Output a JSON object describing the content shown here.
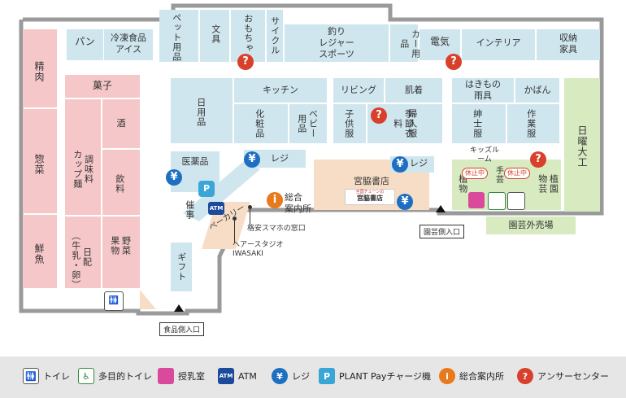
{
  "zones": {
    "pan": "パン",
    "frozen": "冷凍食品\nアイス",
    "pet": "ペット用品",
    "stationery": "文具",
    "toys": "おもちゃ",
    "cycle": "サイクル",
    "fishing": "釣り\nレジャー\nスポーツ",
    "car": "カー用品",
    "electric": "電気",
    "interior": "インテリア",
    "storage": "収納\n家具",
    "meat": "精肉",
    "deli": "惣菜",
    "fish": "鮮魚",
    "sweets": "菓子",
    "sake": "酒",
    "drinks": "飲料",
    "seasoning": "調味料\nカップ麺",
    "daily": "日配\n（牛乳・卵）",
    "veg": "野菜\n果物",
    "household": "日用品",
    "kitchen": "キッチン",
    "cosmetics": "化粧品",
    "baby": "ベビー\n用品",
    "living": "リビング",
    "underwear": "肌着",
    "kids": "子供服",
    "seasonal": "季節衣料",
    "ladies": "婦人服",
    "shoes": "はきもの\n雨具",
    "bags": "かばん",
    "mens": "紳士服",
    "work": "作業服",
    "diy": "日曜大工",
    "medicine": "医薬品",
    "register1": "レジ",
    "register2": "レジ",
    "event": "催事",
    "bakery": "ベーカリー",
    "gift": "ギフト",
    "info_center": "総合\n案内所",
    "bookstore": "宮脇書店",
    "bookstore_logo": "宮脇書店",
    "bookstore_sub": "全国チェーンの",
    "kids_room": "キッズルーム",
    "craft": "手芸",
    "closed1": "休止中",
    "closed2": "休止中",
    "plant1": "植物",
    "plant2": "植園\n物芸",
    "garden_outdoor": "園芸外売場",
    "phone_window": "格安スマホの窓口",
    "hair_salon": "ヘアースタジオ\nIWASAKI"
  },
  "entrances": {
    "food": "食品側入口",
    "garden": "園芸側入口"
  },
  "legend": [
    {
      "icon": "toilet-icon",
      "label": "トイレ"
    },
    {
      "icon": "accessible-toilet-icon",
      "label": "多目的トイレ"
    },
    {
      "icon": "nursing-room-icon",
      "label": "授乳室"
    },
    {
      "icon": "atm-icon",
      "label": "ATM",
      "icon_text": "ATM"
    },
    {
      "icon": "yen-icon",
      "label": "レジ",
      "icon_text": "¥"
    },
    {
      "icon": "plant-pay-icon",
      "label": "PLANT Payチャージ機",
      "icon_text": "P"
    },
    {
      "icon": "info-icon",
      "label": "総合案内所",
      "icon_text": "i"
    },
    {
      "icon": "question-icon",
      "label": "アンサーセンター",
      "icon_text": "?"
    }
  ],
  "icons": {
    "question": "?",
    "yen": "¥",
    "info": "i",
    "pay": "P",
    "atm": "ATM"
  },
  "colors": {
    "food": "#f5c7c9",
    "general": "#cfe6ee",
    "garden": "#d7eac0",
    "tenant": "#f7ddc6",
    "answer": "#d9402b",
    "register": "#1e6fc1",
    "info": "#e87a1c"
  }
}
